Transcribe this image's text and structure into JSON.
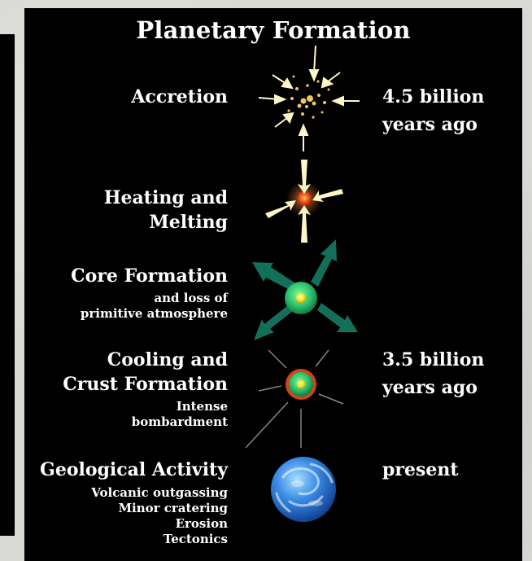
{
  "title": "Planetary Formation",
  "stages": [
    {
      "name": "Accretion",
      "sub": []
    },
    {
      "name": "Heating and Melting",
      "sub": []
    },
    {
      "name": "Core Formation",
      "sub": [
        "and loss of",
        "primitive atmosphere"
      ]
    },
    {
      "name_lines": [
        "Cooling and",
        "Crust Formation"
      ],
      "sub": [
        "Intense",
        "bombardment"
      ]
    },
    {
      "name": "Geological Activity",
      "sub": [
        "Volcanic outgassing",
        "Minor cratering",
        "Erosion",
        "Tectonics"
      ]
    }
  ],
  "times": {
    "t1": [
      "4.5 billion",
      "years ago"
    ],
    "t2": [
      "3.5 billion",
      "years ago"
    ],
    "t3": "present"
  },
  "icons": {
    "accretion": "accretion-particles-icon",
    "heating": "molten-planet-icon",
    "core": "core-formation-planet-icon",
    "cooling": "crusted-planet-icon",
    "geological": "earth-globe-icon"
  },
  "colors": {
    "background": "#000000",
    "text": "#ffffff",
    "arrow_light": "#fff6c8",
    "arrow_green": "#136e5a",
    "planet_green": "#2fc06e",
    "molten_red": "#ff4a1e",
    "earth_blue": "#3a8be6"
  }
}
